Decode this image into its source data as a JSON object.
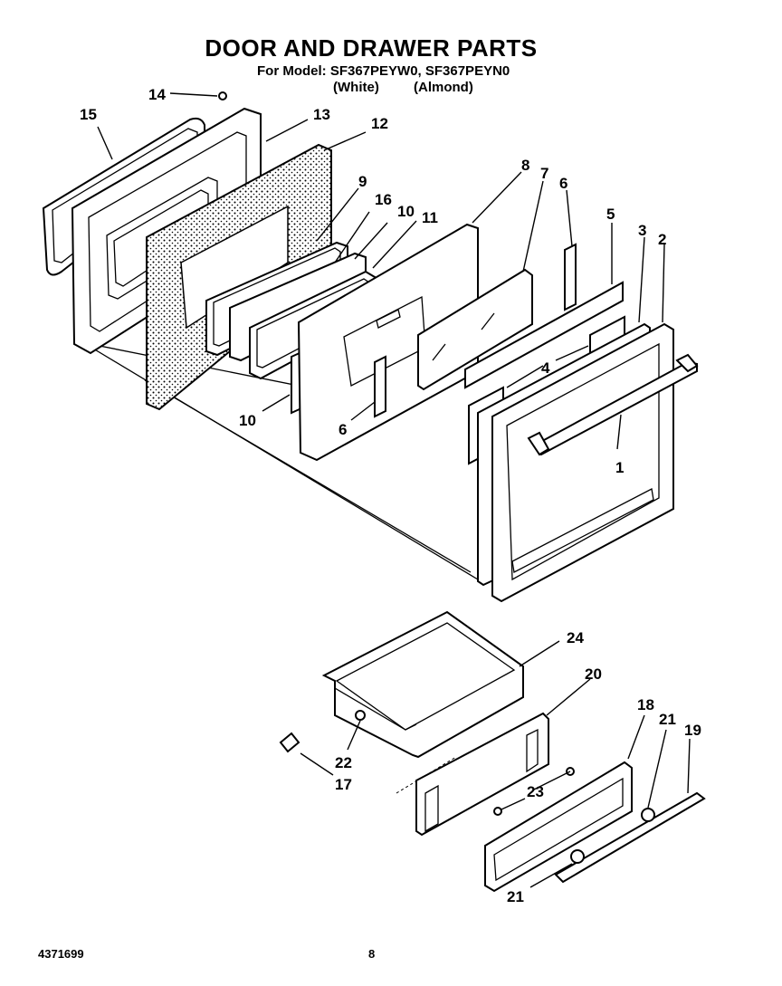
{
  "title": "DOOR AND DRAWER PARTS",
  "subtitle": "For Model: SF367PEYW0, SF367PEYN0",
  "variants": [
    "(White)",
    "(Almond)"
  ],
  "footer": {
    "doc_number": "4371699",
    "page_number": "8"
  },
  "callouts": [
    "1",
    "2",
    "3",
    "4",
    "5",
    "6",
    "6",
    "7",
    "8",
    "9",
    "10",
    "10",
    "11",
    "12",
    "13",
    "14",
    "15",
    "16",
    "17",
    "18",
    "19",
    "20",
    "21",
    "21",
    "22",
    "23",
    "24"
  ]
}
